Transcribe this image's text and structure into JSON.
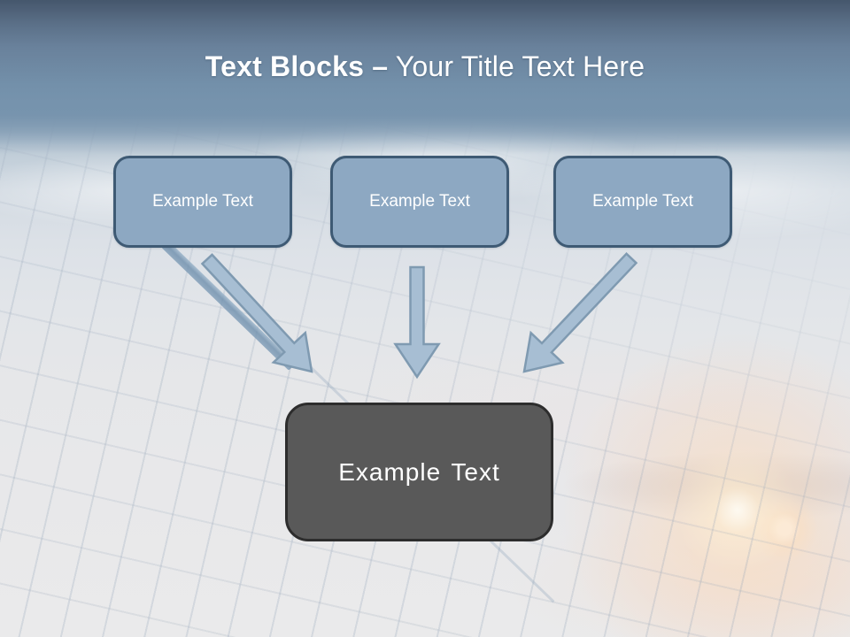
{
  "title": {
    "bold_part": "Text Blocks –",
    "regular_part": "Your Title Text Here"
  },
  "diagram": {
    "source_boxes": [
      {
        "id": "box-1",
        "label": "Example Text"
      },
      {
        "id": "box-2",
        "label": "Example Text"
      },
      {
        "id": "box-3",
        "label": "Example Text"
      }
    ],
    "target_box": {
      "id": "target",
      "label": "Example Text"
    },
    "connectors": [
      {
        "from": "box-1",
        "to": "target",
        "direction": "down-right"
      },
      {
        "from": "box-2",
        "to": "target",
        "direction": "down"
      },
      {
        "from": "box-3",
        "to": "target",
        "direction": "down-left"
      }
    ]
  },
  "colors": {
    "header_top": "#45576c",
    "header_bottom": "#7693ad",
    "title_text": "#ffffff",
    "source_box_fill": "#8da8c2",
    "source_box_border": "#3e5a74",
    "source_box_text": "#ffffff",
    "target_box_fill": "#595959",
    "target_box_border": "#2d2d2d",
    "target_box_text": "#ffffff",
    "arrow_fill": "#a7bed3",
    "arrow_stroke": "#7f9ab1"
  }
}
